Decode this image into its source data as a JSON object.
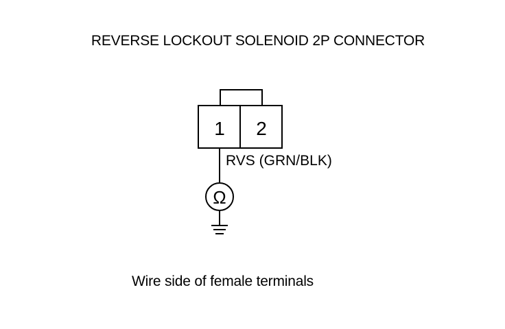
{
  "diagram": {
    "title": "REVERSE LOCKOUT SOLENOID 2P CONNECTOR",
    "connector": {
      "terminals": [
        "1",
        "2"
      ]
    },
    "wire_label": "RVS (GRN/BLK)",
    "meter_symbol": "Ω",
    "caption": "Wire side of female terminals"
  }
}
